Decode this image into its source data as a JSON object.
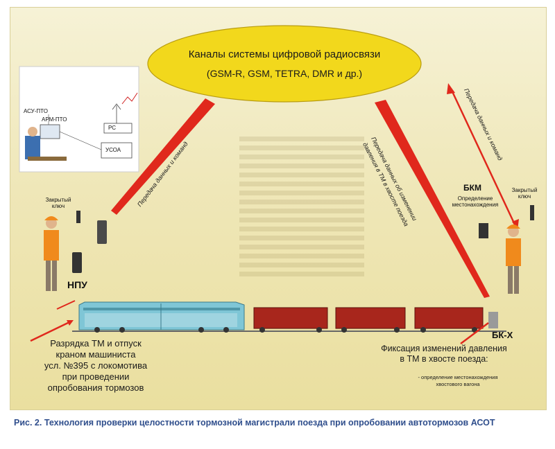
{
  "ellipse": {
    "title": "Каналы системы цифровой радиосвязи",
    "subtitle": "(GSM-R, GSM, TETRA, DMR и др.)"
  },
  "arrows": {
    "left": "Передача данных и команд",
    "middle_line1": "Передача данных об изменении",
    "middle_line2": "давления в ТМ в хвосте поезда",
    "right": "Передача данных и команд"
  },
  "workstation": {
    "asu": "АСУ-ПТО",
    "arm": "АРМ-ПТО",
    "rs": "РС",
    "usoa": "УСОА"
  },
  "left_worker": {
    "key_label": "Закрытый ключ",
    "npu": "НПУ"
  },
  "right_worker": {
    "bkm": "БКМ",
    "bkm_sub": "Определение местонахождения",
    "key_label": "Закрытый ключ",
    "bkx": "БК-Х"
  },
  "left_block": {
    "line1": "Разрядка ТМ и отпуск",
    "line2": "краном машиниста",
    "line3": "усл. №395 с локомотива",
    "line4": "при проведении",
    "line5": "опробования тормозов"
  },
  "right_block": {
    "line1": "Фиксация изменений давления",
    "line2": "в ТМ в хвосте поезда:",
    "sub1": "- определение местонахождения",
    "sub2": "хвостового вагона"
  },
  "caption": {
    "text": "Рис. 2. Технология проверки целостности тормозной магистрали поезда при опробовании автотормозов АСОТ"
  },
  "colors": {
    "ellipse": "#f2d81c",
    "arrow": "#e0281c",
    "locomotive": "#7fc6d6",
    "wagon": "#a8261c",
    "vest": "#f08a1c",
    "caption": "#2f4e8c"
  }
}
